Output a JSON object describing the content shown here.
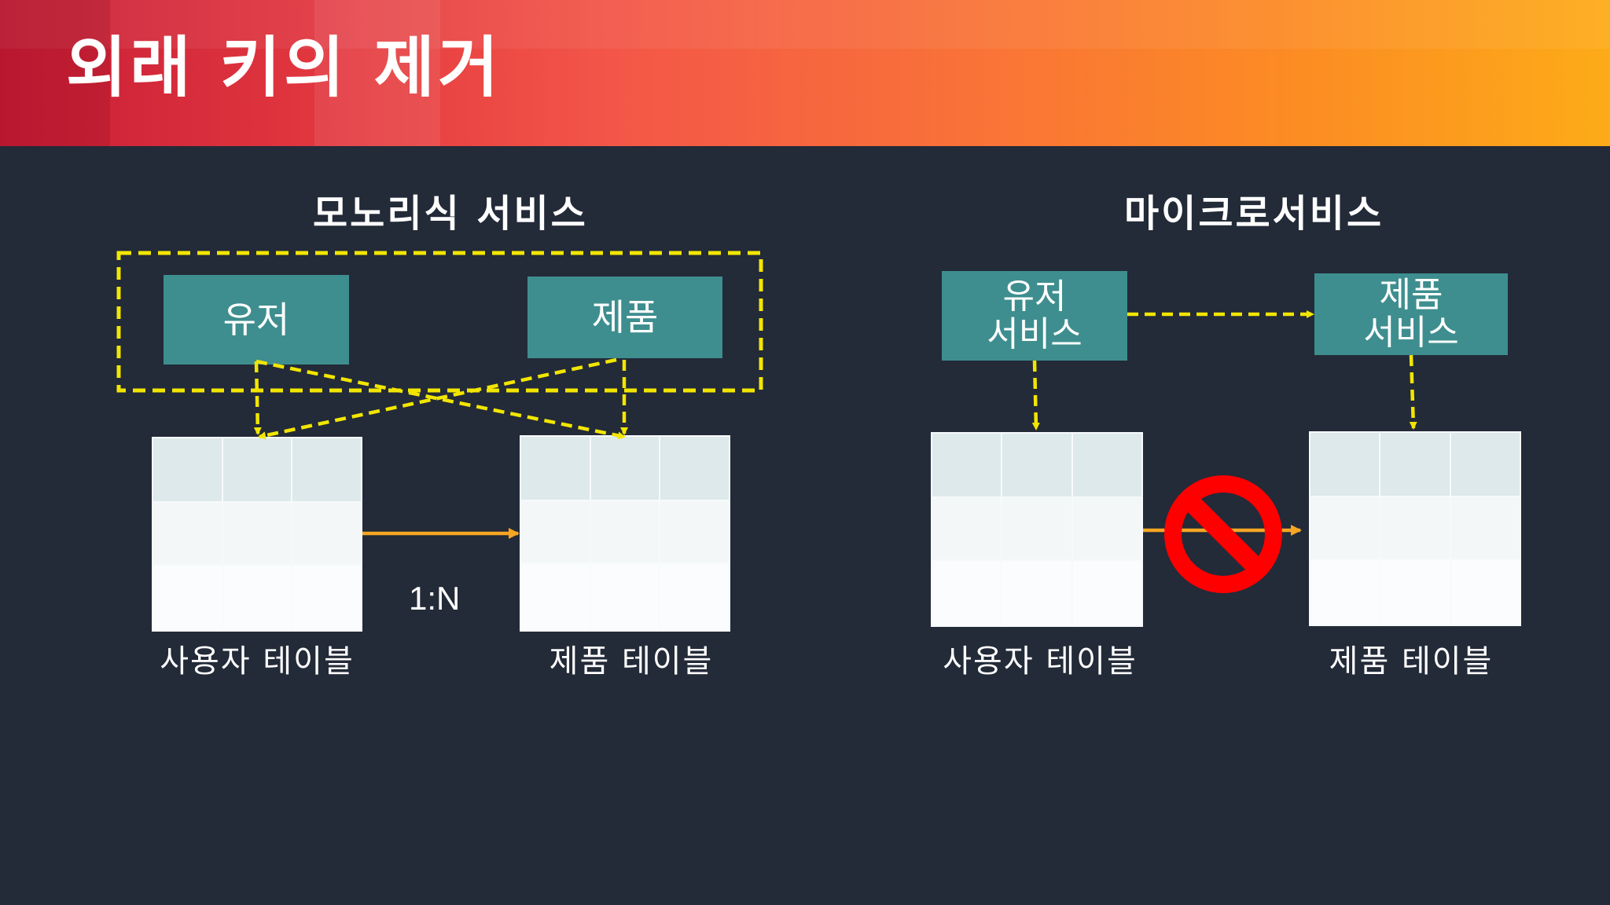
{
  "title": "외래 키의 제거",
  "monolith": {
    "heading": "모노리식 서비스",
    "user_box": "유저",
    "product_box": "제품",
    "relation": "1:N",
    "user_table_label": "사용자 테이블",
    "product_table_label": "제품 테이블"
  },
  "microservices": {
    "heading": "마이크로서비스",
    "user_service": {
      "line1": "유저",
      "line2": "서비스"
    },
    "product_service": {
      "line1": "제품",
      "line2": "서비스"
    },
    "user_table_label": "사용자 테이블",
    "product_table_label": "제품 테이블"
  },
  "icons": {
    "prohibited": "no-entry-icon"
  },
  "colors": {
    "banner_start": "#c71d36",
    "banner_end": "#fdab18",
    "background": "#232a38",
    "service_box": "#3e8e8f",
    "dashed_line": "#f2e600",
    "relation_arrow": "#f5a623",
    "prohibited": "#ff0000"
  }
}
